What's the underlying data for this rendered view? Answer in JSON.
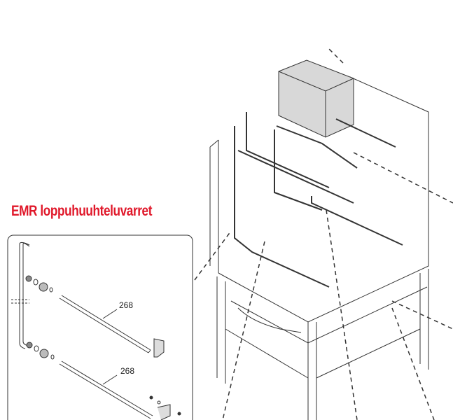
{
  "title": "EMR loppuhuuhteluvarret",
  "colors": {
    "title": "#e0182a",
    "line": "#333333"
  },
  "callouts": [
    {
      "label": "268"
    },
    {
      "label": "268"
    }
  ]
}
